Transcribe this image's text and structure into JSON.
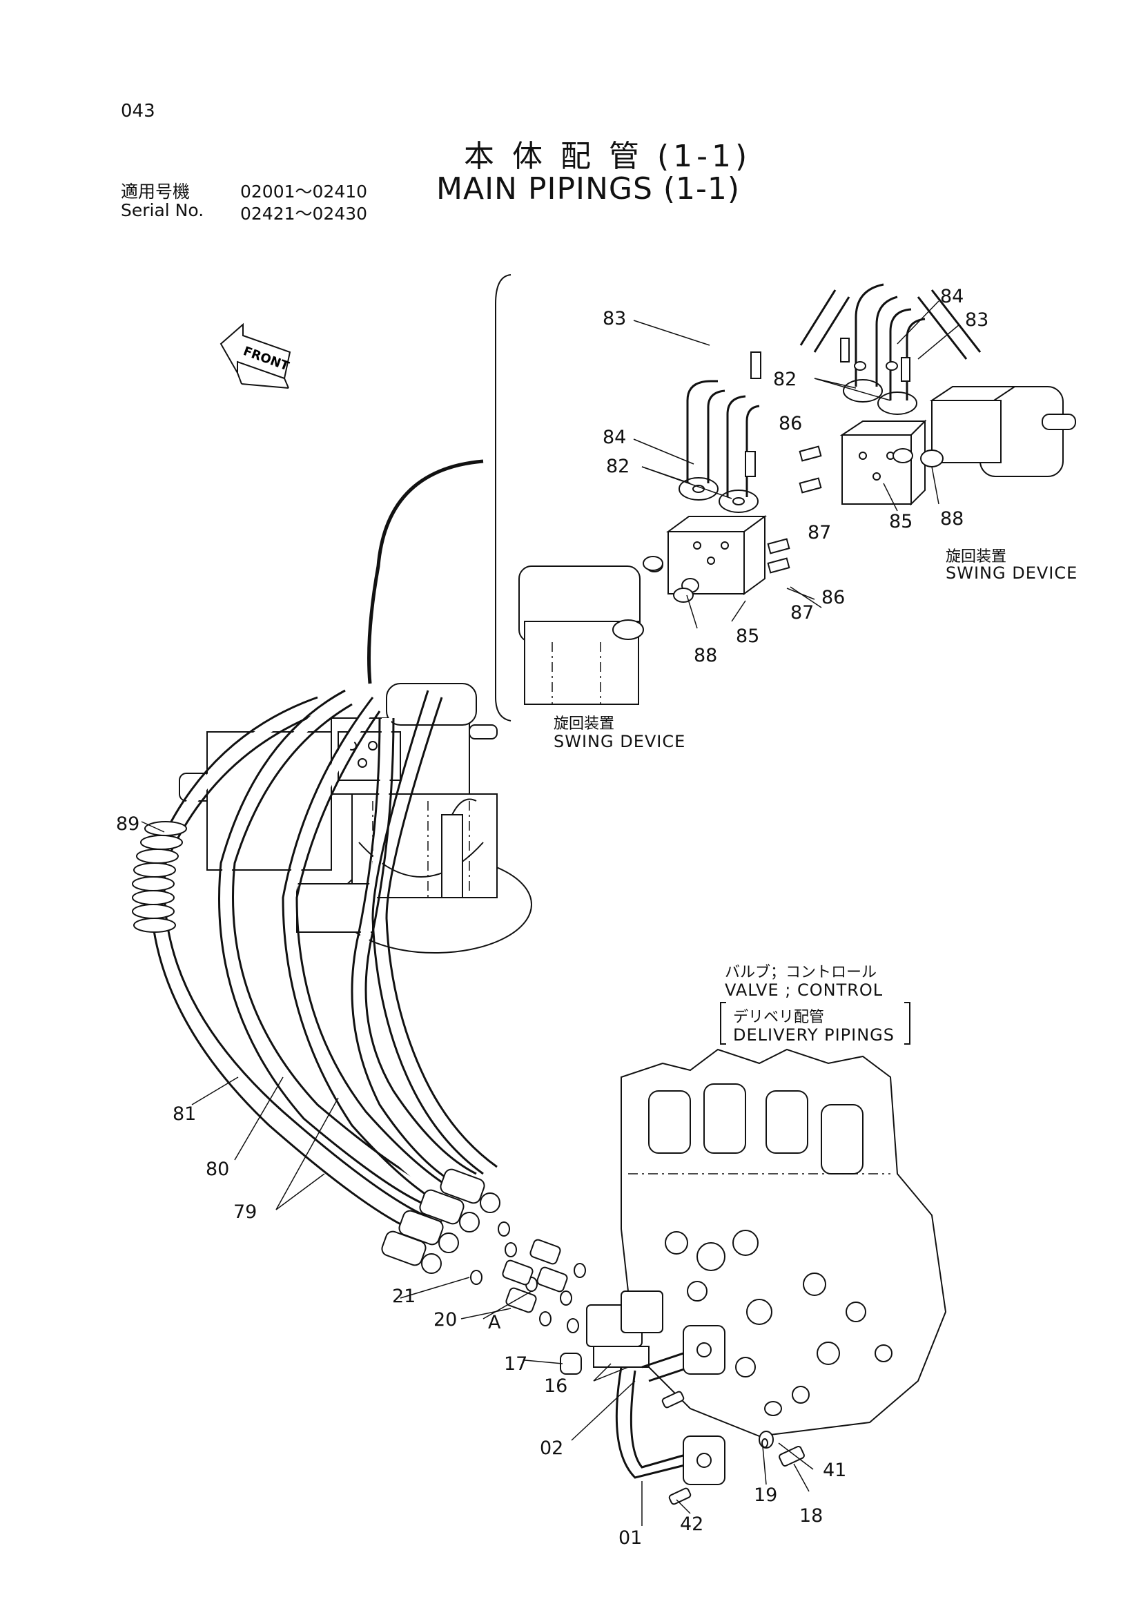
{
  "page": {
    "number": "043",
    "title_ja": "本 体 配 管 (1-1)",
    "title_en": "MAIN PIPINGS (1-1)"
  },
  "serials": {
    "applicable_label": "適用号機",
    "applicable_range": "02001～02410",
    "serial_label": "Serial No.",
    "serial_range": "02421～02430"
  },
  "labels": {
    "front": "FRONT",
    "swing_device_ja": "旋回装置",
    "swing_device_en": "SWING DEVICE",
    "valve_ja": "バルブ；コントロール",
    "valve_en": "VALVE ; CONTROL",
    "delivery_ja": "デリベリ配管",
    "delivery_en": "DELIVERY PIPINGS",
    "port_a": "A"
  },
  "callouts": [
    {
      "id": "c83a",
      "num": "83"
    },
    {
      "id": "c84a",
      "num": "84"
    },
    {
      "id": "c82a",
      "num": "82"
    },
    {
      "id": "c86a",
      "num": "86"
    },
    {
      "id": "c87a",
      "num": "87"
    },
    {
      "id": "c85a",
      "num": "85"
    },
    {
      "id": "c88a",
      "num": "88"
    },
    {
      "id": "c84b",
      "num": "84"
    },
    {
      "id": "c83b",
      "num": "83"
    },
    {
      "id": "c82b",
      "num": "82"
    },
    {
      "id": "c86b",
      "num": "86"
    },
    {
      "id": "c87b",
      "num": "87"
    },
    {
      "id": "c85b",
      "num": "85"
    },
    {
      "id": "c88b",
      "num": "88"
    },
    {
      "id": "c89",
      "num": "89"
    },
    {
      "id": "c81",
      "num": "81"
    },
    {
      "id": "c80",
      "num": "80"
    },
    {
      "id": "c79",
      "num": "79"
    },
    {
      "id": "c21",
      "num": "21"
    },
    {
      "id": "c20",
      "num": "20"
    },
    {
      "id": "c17",
      "num": "17"
    },
    {
      "id": "c16",
      "num": "16"
    },
    {
      "id": "c02",
      "num": "02"
    },
    {
      "id": "c41",
      "num": "41"
    },
    {
      "id": "c19",
      "num": "19"
    },
    {
      "id": "c18",
      "num": "18"
    },
    {
      "id": "c42",
      "num": "42"
    },
    {
      "id": "c01",
      "num": "01"
    }
  ]
}
